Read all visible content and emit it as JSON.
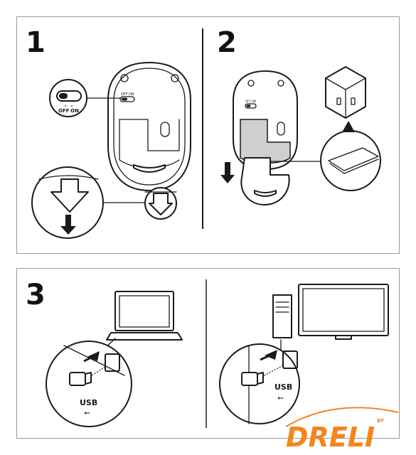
{
  "steps": [
    {
      "number": "1"
    },
    {
      "number": "2"
    },
    {
      "number": "3"
    }
  ],
  "switch": {
    "off": "OFF",
    "on": "ON",
    "small_off": "OFF",
    "small_on": "ON"
  },
  "receiver": {
    "usb_label_laptop": "USB",
    "usb_label_desktop": "USB"
  },
  "watermark": {
    "brand": "DRELI",
    "by": "BY"
  },
  "colors": {
    "ink": "#1a1a1a",
    "panel_border": "#9a9a9a",
    "grey_fill": "#cfcfcf",
    "brand_orange": "#f5851f"
  }
}
